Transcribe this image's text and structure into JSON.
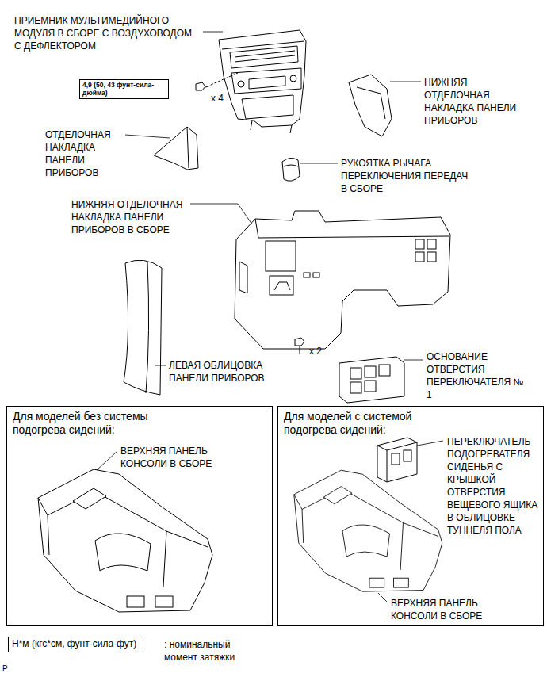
{
  "diagram": {
    "nodes": [
      {
        "text": [
          "4,9 (50, 43 фунт-сила-дюйма)"
        ]
      },
      {
        "text": [
          "Для моделей без системы подогрева сидений:",
          "ВЕРХНЯЯ ПАНЕЛЬ КОНСОЛИ В СБОРЕ"
        ]
      },
      {
        "text": [
          "Для моделей с системой подогрева сидений:",
          "ПЕРЕКЛЮЧАТЕЛЬ ПОДОГРЕВАТЕЛЯ СИДЕНЬЯ С КРЫШКОЙ ОТВЕРСТИЯ ВЕЩЕВОГО ЯЩИКА В ОБЛИЦОВКЕ ТУННЕЛЯ ПОЛА",
          "ВЕРХНЯЯ ПАНЕЛЬ КОНСОЛИ В СБОРЕ"
        ]
      },
      {
        "text": [
          "Н*м (кгс*см, фунт-сила-фут)"
        ]
      }
    ],
    "labels": [
      "ПРИЕМНИК МУЛЬТИМЕДИЙНОГО МОДУЛЯ В СБОРЕ С ВОЗДУХОВОДОМ С ДЕФЛЕКТОРОМ",
      "x 4",
      "НИЖНЯЯ ОТДЕЛОЧНАЯ НАКЛАДКА ПАНЕЛИ ПРИБОРОВ",
      "ОТДЕЛОЧНАЯ НАКЛАДКА ПАНЕЛИ ПРИБОРОВ",
      "РУКОЯТКА РЫЧАГА ПЕРЕКЛЮЧЕНИЯ ПЕРЕДАЧ В СБОРЕ",
      "НИЖНЯЯ ОТДЕЛОЧНАЯ НАКЛАДКА ПАНЕЛИ ПРИБОРОВ В СБОРЕ",
      "x 2",
      "ЛЕВАЯ ОБЛИЦОВКА ПАНЕЛИ ПРИБОРОВ",
      "ОСНОВАНИЕ ОТВЕРСТИЯ ПЕРЕКЛЮЧАТЕЛЯ № 1",
      ": номинальный момент затяжки",
      "P"
    ]
  }
}
